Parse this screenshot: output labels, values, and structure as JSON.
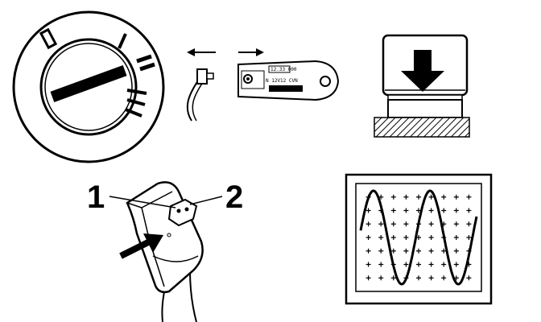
{
  "ignition_switch": {
    "positions": [
      "0",
      "I",
      "II",
      "III"
    ]
  },
  "key_fob": {
    "label_top": "12.33 000",
    "label_middle": "N 12V12 CVN"
  },
  "connector": {
    "callout_1": "1",
    "callout_2": "2"
  },
  "oscilloscope": {
    "waveform": "sine"
  },
  "colors": {
    "ink": "#000000",
    "paper": "#ffffff",
    "hatch": "#000000"
  }
}
